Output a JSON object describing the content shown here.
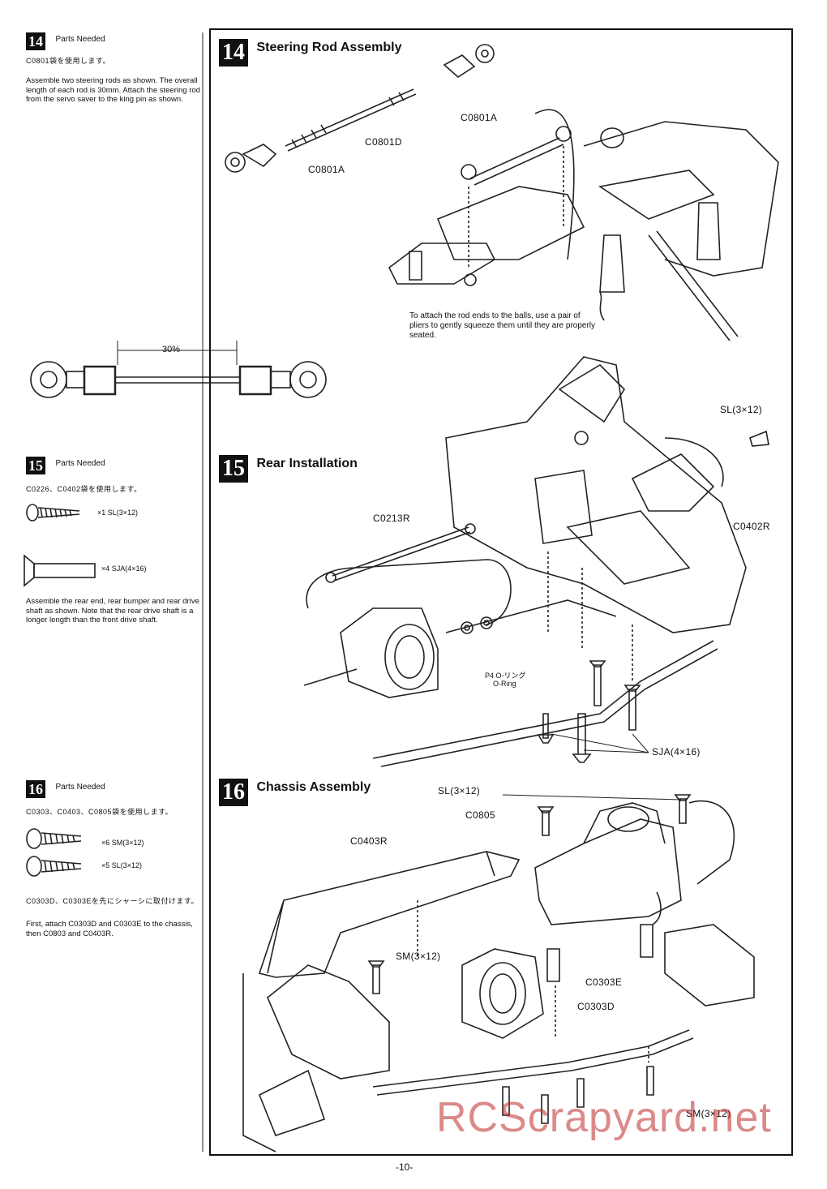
{
  "page_number": "-10-",
  "watermark": "RCScrapyard.net",
  "sidebar": {
    "step14": {
      "number": "14",
      "title": "Parts Needed",
      "jp": "C0801袋を使用します。",
      "desc": "Assemble two steering rods as shown. The overall length of each rod is 30mm. Attach the steering rod from the servo saver to the king pin as shown.",
      "rod_length": "30%"
    },
    "step15": {
      "number": "15",
      "title": "Parts Needed",
      "jp": "C0226、C0402袋を使用します。",
      "screw1": "×1 SL(3×12)",
      "screw2": "×4 SJA(4×16)",
      "desc": "Assemble the rear end, rear bumper and rear drive shaft as shown. Note that the rear drive shaft is a longer length than the front drive shaft."
    },
    "step16": {
      "number": "16",
      "title": "Parts Needed",
      "jp": "C0303、C0403、C0805袋を使用します。",
      "screw1": "×6 SM(3×12)",
      "screw2": "×5 SL(3×12)",
      "jp2": "C0303D、C0303Eを先にシャーシに取付けます。",
      "desc": "First, attach C0303D and C0303E to the chassis, then C0803 and C0403R."
    }
  },
  "main": {
    "step14": {
      "number": "14",
      "title": "Steering Rod Assembly",
      "labels": [
        "C0801A",
        "C0801D",
        "C0801A"
      ],
      "note": "To attach the rod ends to the balls, use a pair of pliers to gently squeeze them until they are properly seated."
    },
    "step15": {
      "number": "15",
      "title": "Rear Installation",
      "labels": [
        "SL(3×12)",
        "C0213R",
        "C0402R",
        "P4 O-リング",
        "O-Ring",
        "SJA(4×16)"
      ]
    },
    "step16": {
      "number": "16",
      "title": "Chassis Assembly",
      "labels": [
        "SL(3×12)",
        "C0805",
        "C0403R",
        "SM(3×12)",
        "C0303E",
        "C0303D",
        "SM(3×12)"
      ]
    }
  }
}
